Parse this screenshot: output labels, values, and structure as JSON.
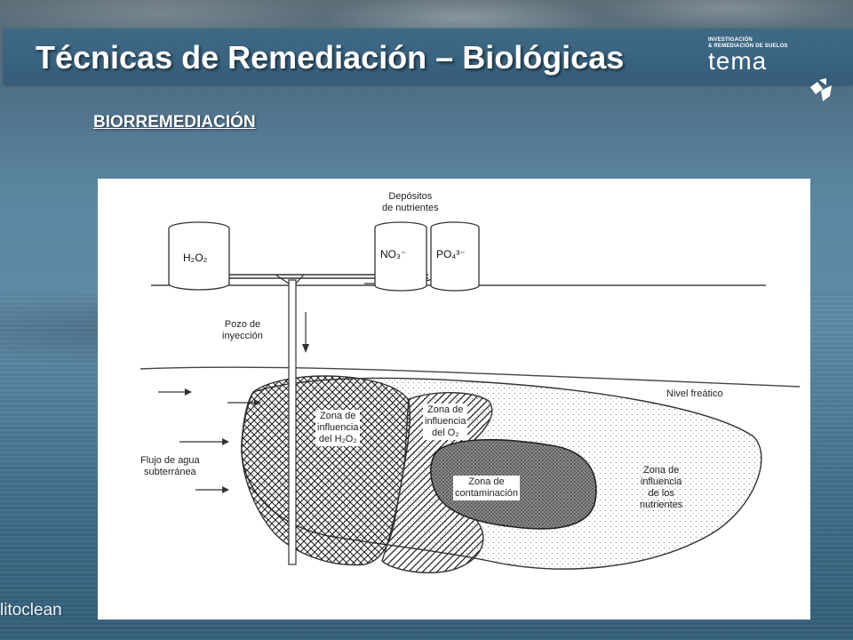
{
  "header": {
    "title": "Técnicas de Remediación – Biológicas",
    "logo_line1": "INVESTIGACIÓN",
    "logo_line2": "& REMEDIACIÓN DE SUELOS",
    "logo_word": "tema"
  },
  "section": {
    "subtitle": "BIORREMEDIACIÓN"
  },
  "diagram": {
    "depositos_label": "Depósitos\nde nutrientes",
    "tank_h2o2": "H₂O₂",
    "tank_no3": "NO₃⁻",
    "tank_po4": "PO₄³⁻",
    "pozo_label": "Pozo de\ninyección",
    "nivel_label": "Nivel freático",
    "flujo_label": "Flujo de agua\nsubterránea",
    "zona_h2o2": "Zona de\ninfluencia\ndel H₂O₂",
    "zona_o2": "Zona de\ninfluencia\ndel O₂",
    "zona_contaminacion": "Zona de\ncontaminación",
    "zona_nutrientes": "Zona de\ninfluencia\nde los\nnutrientes"
  },
  "footer": {
    "brand": "litoclean"
  }
}
